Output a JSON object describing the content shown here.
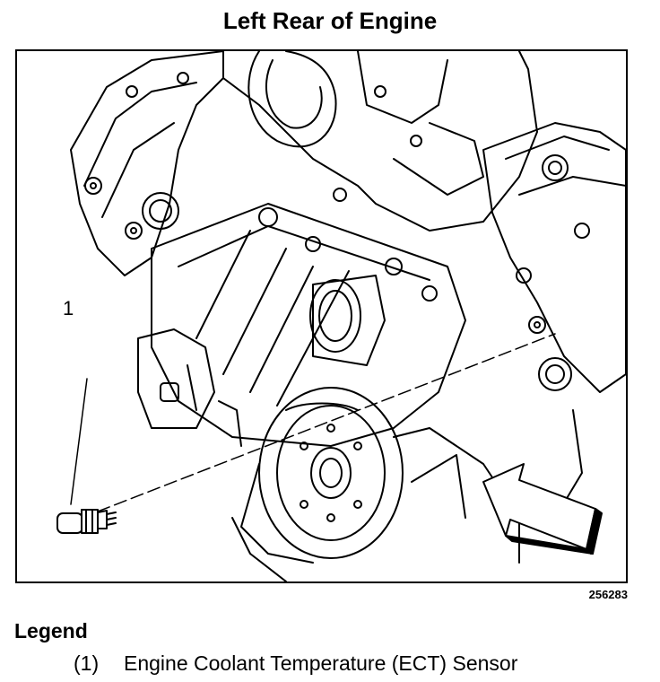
{
  "title": "Left Rear of Engine",
  "callout_label": "1",
  "figure_id": "256283",
  "legend": {
    "heading": "Legend",
    "items": [
      {
        "number": "(1)",
        "text": "Engine Coolant Temperature (ECT) Sensor"
      }
    ]
  },
  "colors": {
    "line": "#000000",
    "background": "#ffffff"
  }
}
